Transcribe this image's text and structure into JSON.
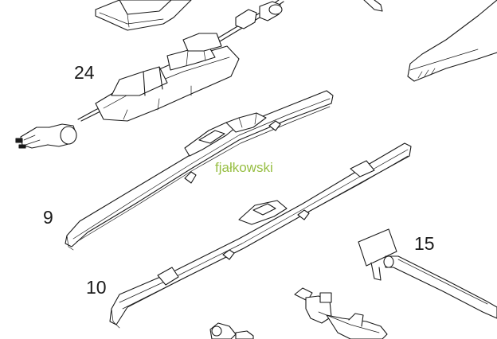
{
  "callouts": {
    "part_24": "24",
    "part_9": "9",
    "part_10": "10",
    "part_15": "15"
  },
  "watermark": "fjałkowski",
  "colors": {
    "line": "#1a1a1a",
    "background": "#ffffff",
    "watermark": "#8cb82f"
  }
}
